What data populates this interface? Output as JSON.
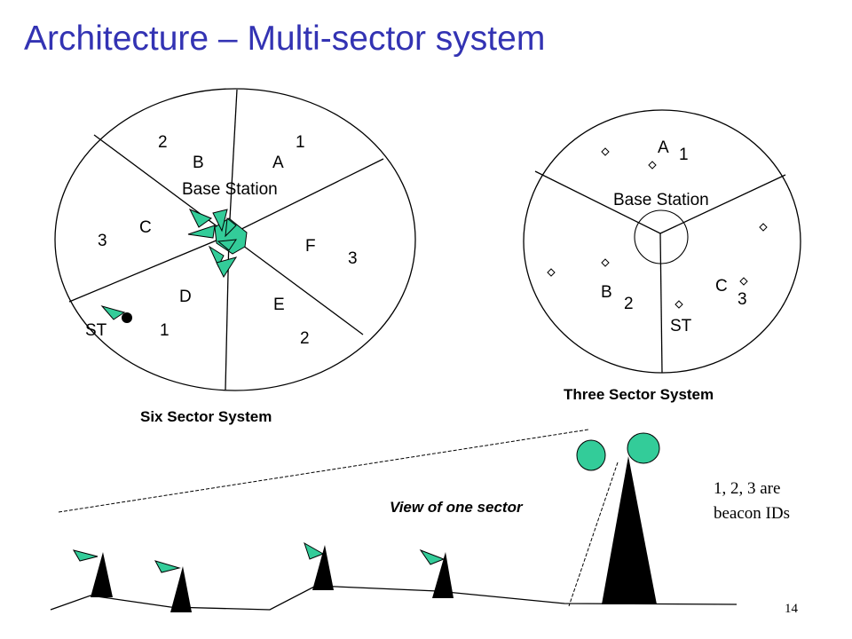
{
  "slide": {
    "title": "Architecture – Multi-sector system",
    "page_number": "14",
    "title_color": "#3333b3"
  },
  "six_sector": {
    "caption": "Six Sector System",
    "base_station_label": "Base Station",
    "sector_labels": [
      "A",
      "B",
      "C",
      "D",
      "E",
      "F"
    ],
    "beacon_ids": [
      "1",
      "2",
      "3",
      "1",
      "2",
      "3"
    ],
    "station_label": "ST",
    "antenna_color": "#33cc99"
  },
  "three_sector": {
    "caption": "Three Sector System",
    "base_station_label": "Base Station",
    "sector_labels": [
      "A",
      "B",
      "C"
    ],
    "beacon_ids": [
      "1",
      "2",
      "3"
    ],
    "station_label": "ST"
  },
  "side_view": {
    "caption": "View of one sector",
    "note_line1": "1, 2, 3 are",
    "note_line2": "beacon IDs",
    "tree_color": "#33cc99"
  }
}
